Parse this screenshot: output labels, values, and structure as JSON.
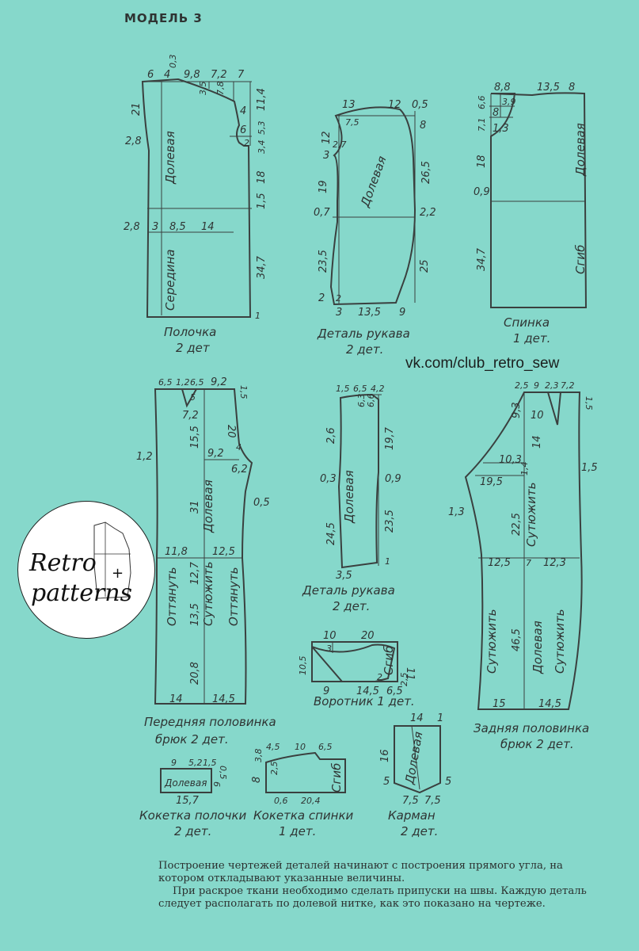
{
  "header": {
    "title": "МОДЕЛЬ 3"
  },
  "watermark_url": "vk.com/club_retro_sew",
  "logo": {
    "line1": "Retro",
    "line2": "patterns"
  },
  "captions": {
    "front": [
      "Полочка",
      "2 дет"
    ],
    "sleeve_top": [
      "Деталь рукава",
      "2 дет."
    ],
    "back": [
      "Спинка",
      "1 дет."
    ],
    "trouser_front": [
      "Передняя половинка",
      "брюк  2 дет."
    ],
    "sleeve_bottom": [
      "Деталь рукава",
      "2 дет."
    ],
    "collar": [
      "Воротник 1 дет."
    ],
    "trouser_back": [
      "Задняя половинка",
      "брюк 2 дет."
    ],
    "front_yoke": [
      "Кокетка полочки",
      "2 дет."
    ],
    "back_yoke": [
      "Кокетка спинки",
      "1 дет."
    ],
    "pocket": [
      "Карман",
      "2 дет."
    ]
  },
  "part_labels": {
    "grain": "Долевая",
    "middle": "Середина",
    "fold": "Сгиб",
    "stretch": "Оттянуть",
    "shrink": "Сутюжить"
  },
  "dimensions": {
    "front": [
      "6",
      "4",
      "0,3",
      "9,8",
      "7,2",
      "7",
      "3,5",
      "7,8",
      "21",
      "4",
      "11,4",
      "6",
      "5,3",
      "2",
      "3,4",
      "2,8",
      "18",
      "1,5",
      "2,8",
      "3",
      "8,5",
      "14",
      "34,7",
      "1"
    ],
    "sleeve_top": [
      "13",
      "12",
      "0,5",
      "7,5",
      "8",
      "12",
      "3",
      "2,7",
      "26,5",
      "19",
      "0,7",
      "2,2",
      "23,5",
      "25",
      "2",
      "2",
      "3",
      "13,5",
      "9"
    ],
    "back": [
      "8,8",
      "13,5",
      "8",
      "6,6",
      "8",
      "3,9",
      "7,1",
      "1,3",
      "18",
      "0,9",
      "34,7"
    ],
    "trouser_front": [
      "6,5",
      "1,2",
      "6,5",
      "9,2",
      "1,5",
      "5",
      "7,2",
      "20",
      "15,5",
      "9,2",
      "4",
      "6,2",
      "1,2",
      "0,5",
      "31",
      "11,8",
      "12,5",
      "12,7",
      "13,5",
      "20,8",
      "14",
      "14,5"
    ],
    "sleeve_bottom": [
      "1,5",
      "6,5",
      "4,2",
      "2,6",
      "6,3",
      "6,6",
      "19,7",
      "0,3",
      "0,9",
      "24,5",
      "23,5",
      "3,5",
      "1"
    ],
    "collar": [
      "10",
      "20",
      "10,5",
      "3",
      "11",
      "9",
      "14,5",
      "6,5",
      "2",
      "2,5"
    ],
    "trouser_back": [
      "2,5",
      "9",
      "2,3",
      "7,2",
      "9,3",
      "10",
      "1,5",
      "14",
      "10,3",
      "1,4",
      "1,5",
      "19,5",
      "1,3",
      "22,5",
      "12,5",
      "7",
      "12,3",
      "46,5",
      "15",
      "14,5"
    ],
    "front_yoke": [
      "9",
      "5,2",
      "1,5",
      "0,5",
      "6",
      "15,7"
    ],
    "back_yoke": [
      "4,5",
      "10",
      "6,5",
      "3,8",
      "2,5",
      "8",
      "0,6",
      "20,4"
    ],
    "pocket": [
      "14",
      "1",
      "16",
      "5",
      "7,5",
      "7,5",
      "5"
    ]
  },
  "notes": [
    "Построение чертежей деталей начинают с построения прямого угла, на котором откладывают указанные величины.",
    "При раскрое ткани необходимо сделать припуски на швы. Каждую деталь следует располагать по долевой нитке, как это показано на чертеже."
  ]
}
